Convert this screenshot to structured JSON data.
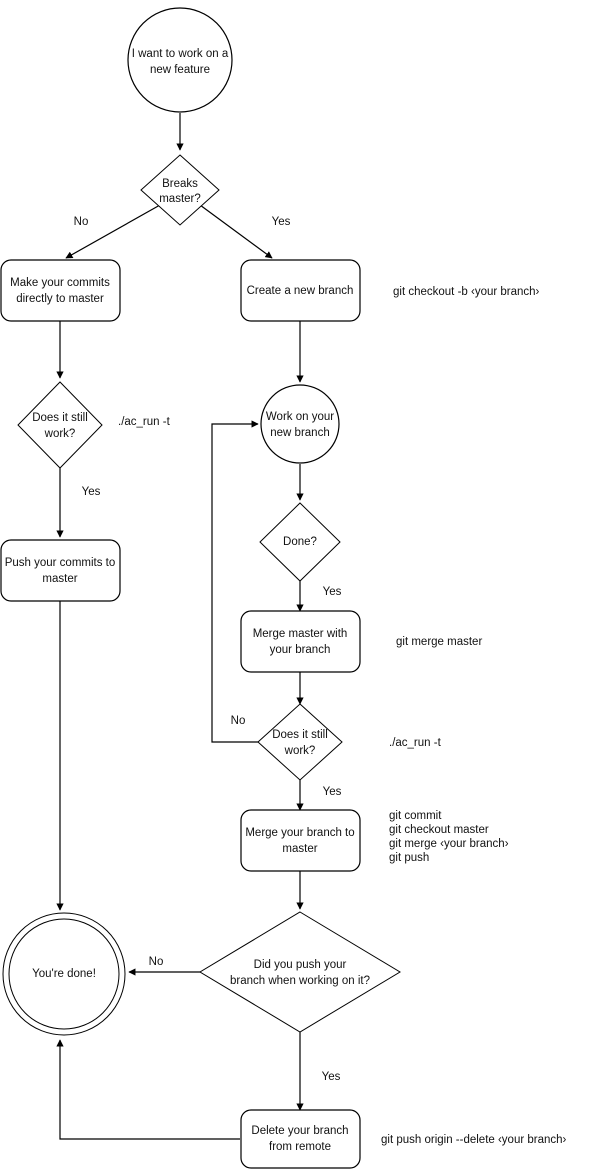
{
  "diagram": {
    "title": "Git feature branch workflow flowchart",
    "background_color": "#ffffff",
    "stroke_color": "#000000",
    "text_color": "#111111"
  },
  "nodes": {
    "start": {
      "line1": "I want to work on a",
      "line2": "new feature",
      "shape": "circle"
    },
    "breaks_master": {
      "line1": "Breaks",
      "line2": "master?",
      "shape": "diamond"
    },
    "make_commits": {
      "line1": "Make your commits",
      "line2": "directly to master",
      "shape": "rounded-rect"
    },
    "create_branch": {
      "line1": "Create a new branch",
      "line2": "",
      "shape": "rounded-rect"
    },
    "still_work_left": {
      "line1": "Does it still",
      "line2": "work?",
      "shape": "diamond"
    },
    "work_on_branch": {
      "line1": "Work on your",
      "line2": "new branch",
      "shape": "circle"
    },
    "push_commits": {
      "line1": "Push your commits to",
      "line2": "master",
      "shape": "rounded-rect"
    },
    "done_q": {
      "line1": "Done?",
      "line2": "",
      "shape": "diamond"
    },
    "merge_master": {
      "line1": "Merge master with",
      "line2": "your branch",
      "shape": "rounded-rect"
    },
    "still_work_right": {
      "line1": "Does it still",
      "line2": "work?",
      "shape": "diamond"
    },
    "merge_branch": {
      "line1": "Merge your branch to",
      "line2": "master",
      "shape": "rounded-rect"
    },
    "end": {
      "line1": "You're done!",
      "line2": "",
      "shape": "double-circle"
    },
    "did_push": {
      "line1": "Did you push your",
      "line2": "branch when working on it?",
      "shape": "diamond"
    },
    "delete_branch": {
      "line1": "Delete your branch",
      "line2": "from remote",
      "shape": "rounded-rect"
    }
  },
  "edge_labels": {
    "breaks_no": "No",
    "breaks_yes": "Yes",
    "still_work_left_yes": "Yes",
    "done_yes": "Yes",
    "still_work_right_no": "No",
    "still_work_right_yes": "Yes",
    "did_push_no": "No",
    "did_push_yes": "Yes"
  },
  "annotations": {
    "checkout": "git checkout -b ‹your branch›",
    "ac_run_left": "./ac_run -t",
    "merge_master_cmd": "git merge master",
    "ac_run_right": "./ac_run -t",
    "merge_branch_cmd_1": "git commit",
    "merge_branch_cmd_2": "git checkout master",
    "merge_branch_cmd_3": "git merge ‹your branch›",
    "merge_branch_cmd_4": "git push",
    "delete_branch_cmd": "git push origin --delete ‹your branch›"
  }
}
